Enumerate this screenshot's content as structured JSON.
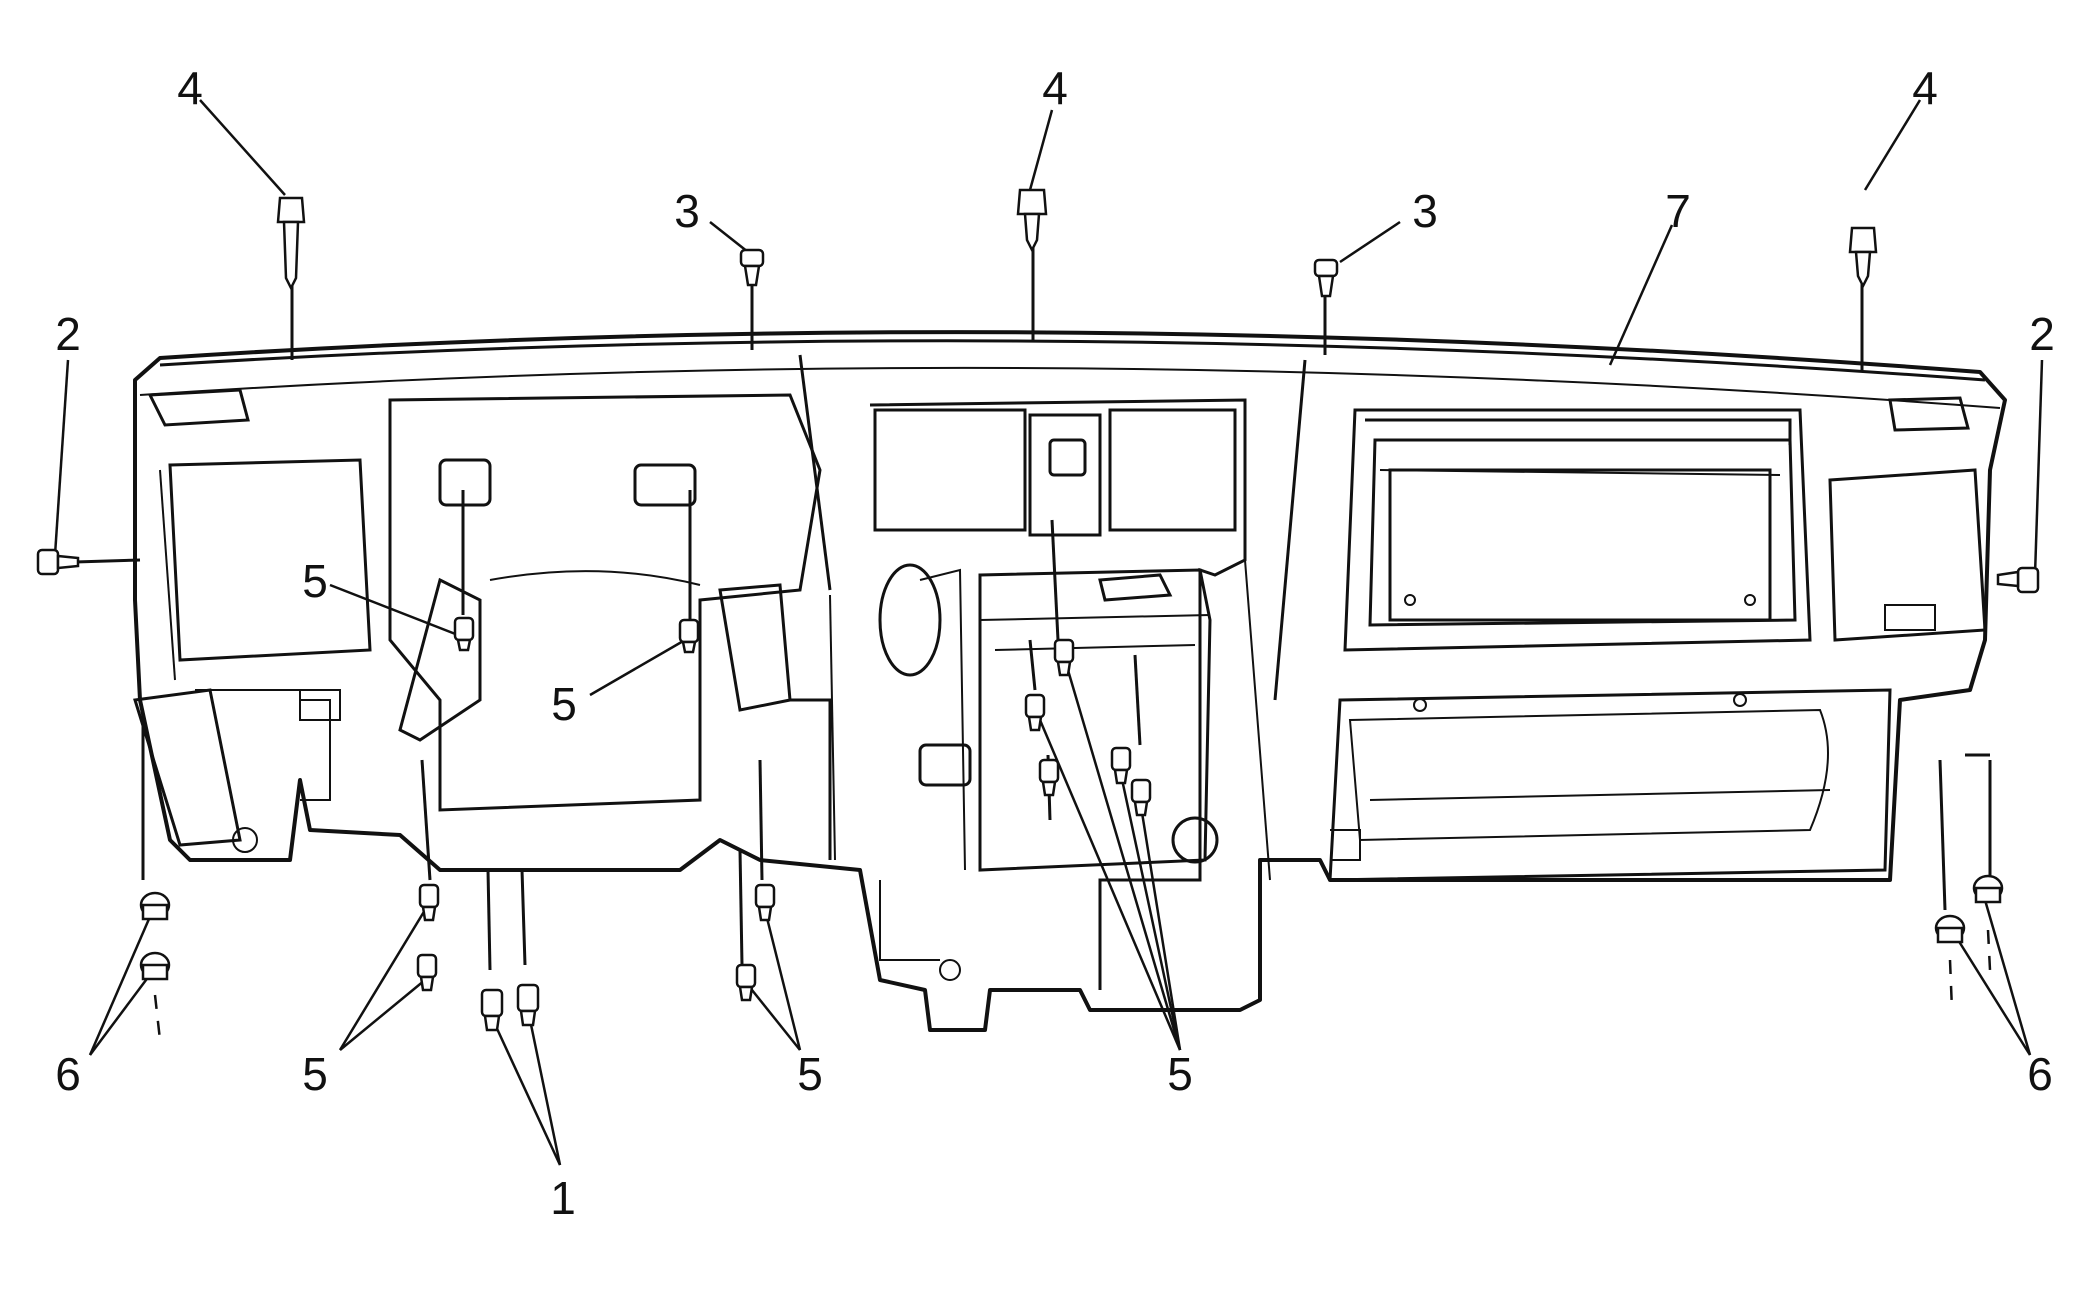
{
  "callouts": [
    {
      "id": "c4-left",
      "text": "4"
    },
    {
      "id": "c4-center",
      "text": "4"
    },
    {
      "id": "c4-right",
      "text": "4"
    },
    {
      "id": "c3-left",
      "text": "3"
    },
    {
      "id": "c3-right",
      "text": "3"
    },
    {
      "id": "c7",
      "text": "7"
    },
    {
      "id": "c2-left",
      "text": "2"
    },
    {
      "id": "c2-right",
      "text": "2"
    },
    {
      "id": "c5-upper-left",
      "text": "5"
    },
    {
      "id": "c5-upper-center",
      "text": "5"
    },
    {
      "id": "c6-left",
      "text": "6"
    },
    {
      "id": "c5-lower-left",
      "text": "5"
    },
    {
      "id": "c5-lower-center",
      "text": "5"
    },
    {
      "id": "c5-lower-right",
      "text": "5"
    },
    {
      "id": "c6-right",
      "text": "6"
    },
    {
      "id": "c1",
      "text": "1"
    }
  ]
}
